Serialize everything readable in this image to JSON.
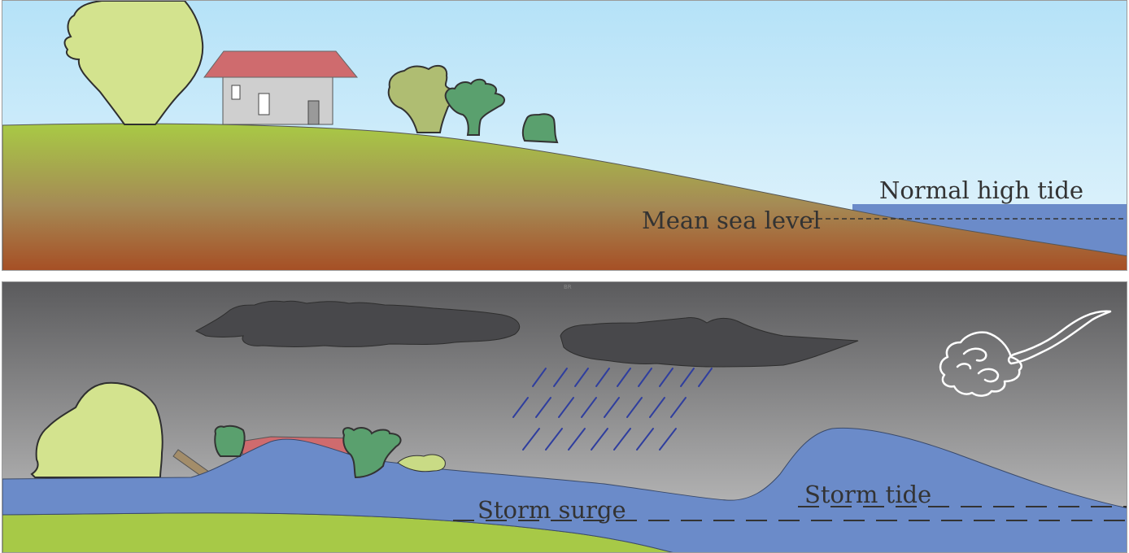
{
  "top_panel": {
    "normal_high_tide_label": "Normal high tide",
    "mean_sea_level_label": "Mean sea level"
  },
  "bottom_panel": {
    "credit": "BR",
    "storm_surge_label": "Storm surge",
    "storm_tide_label": "Storm tide"
  },
  "colors": {
    "sky_top": "#b7e3f8",
    "sky_bottom": "#e3f4fc",
    "grass": "#a7c947",
    "soil": "#a8532a",
    "sea": "#6b8bc9",
    "storm_sky_top": "#5c5c5e",
    "storm_sky_bottom": "#c4c4c4",
    "cloud": "#48484b",
    "rain": "#2f3e9e",
    "tree_light": "#d3e38e",
    "tree_olive": "#afbd72",
    "tree_green": "#5aa06e",
    "roof": "#cf6b6e",
    "wall": "#cfcfcf"
  }
}
